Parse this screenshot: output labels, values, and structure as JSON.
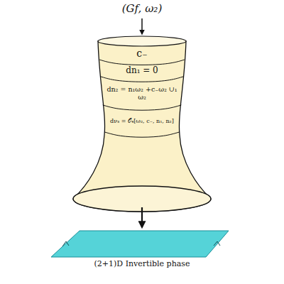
{
  "diagram": {
    "nodes": [
      {
        "text": [
          "c₋"
        ]
      },
      {
        "text": [
          "dn₁ = 0"
        ]
      },
      {
        "text": [
          "dn₂ = n₁ω₂ +c₋ω₂ ∪₁ ω₂"
        ]
      },
      {
        "text": [
          "dν₃ = 𝒪₄[ω₂, c₋, n₁, n₂]"
        ]
      },
      {
        "text": [
          "(2+1)D Invertible phase"
        ]
      }
    ],
    "labels": [
      "(Gf, ω₂)"
    ]
  }
}
